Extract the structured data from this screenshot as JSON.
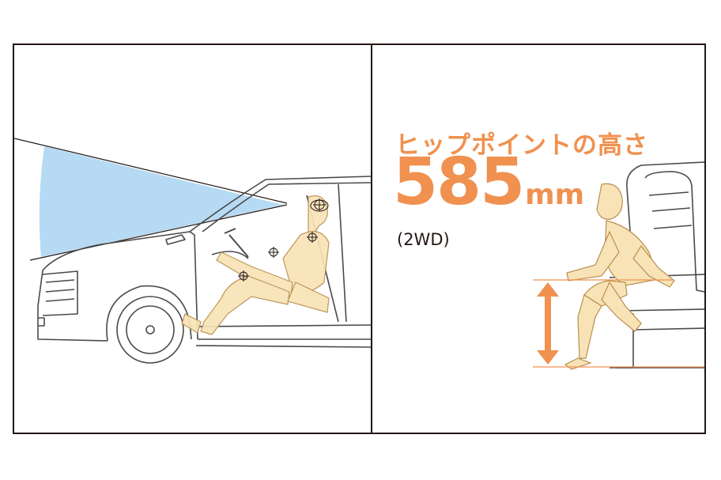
{
  "heading": "ヒップポイントの高さ",
  "measurement": {
    "value": "585",
    "unit": "mm"
  },
  "note": "(2WD)",
  "colors": {
    "accent": "#f0914f",
    "line": "#231815",
    "view_field": "#a9d3f1",
    "figure_fill": "#f8e3b7",
    "figure_stroke": "#b98f4d",
    "car_line": "#4a4a4a"
  },
  "icons": [
    "view-field-wedge",
    "car-side-illustration",
    "driver-mannequin",
    "seated-mannequin",
    "height-dimension-arrow"
  ]
}
